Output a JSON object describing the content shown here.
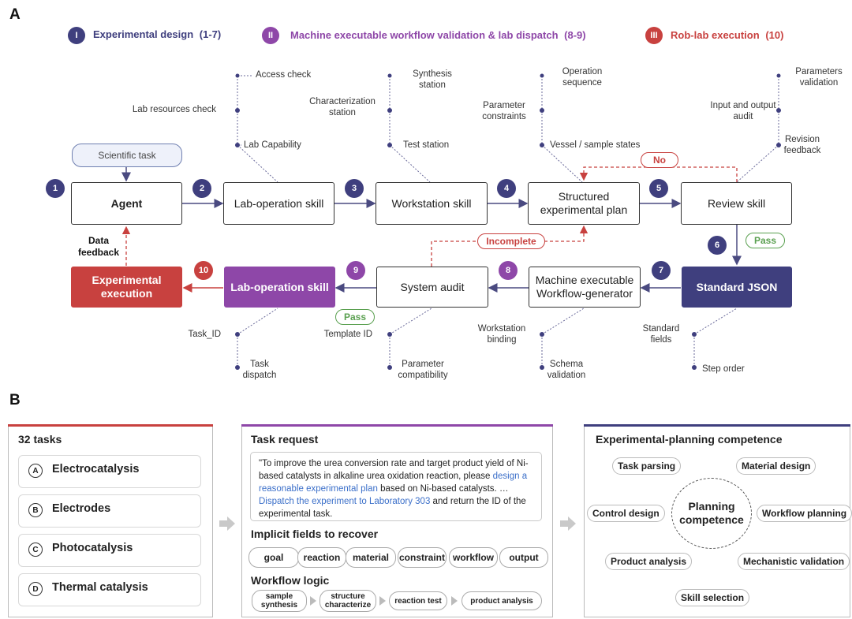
{
  "panel_a": {
    "letter": "A",
    "legend": [
      {
        "numeral": "I",
        "text": "Experimental design",
        "range": "(1-7)",
        "color": "#3f3f7e"
      },
      {
        "numeral": "II",
        "text": "Machine executable workflow validation & lab dispatch",
        "range": "(8-9)",
        "color": "#8e47a8"
      },
      {
        "numeral": "III",
        "text": "Rob-lab execution",
        "range": "(10)",
        "color": "#c8413f"
      }
    ],
    "scientific_task": "Scientific task",
    "data_feedback": [
      "Data",
      "feedback"
    ],
    "nodes": {
      "agent": "Agent",
      "lab_skill_top": "Lab-operation skill",
      "workstation": "Workstation skill",
      "structured_plan": [
        "Structured",
        "experimental plan"
      ],
      "review": "Review skill",
      "standard_json": "Standard JSON",
      "workflow_gen": [
        "Machine executable",
        "Workflow-generator"
      ],
      "system_audit": "System audit",
      "lab_skill_bottom": "Lab-operation skill",
      "experimental_exec": [
        "Experimental",
        "execution"
      ]
    },
    "steps": [
      "1",
      "2",
      "3",
      "4",
      "5",
      "6",
      "7",
      "8",
      "9",
      "10"
    ],
    "feedback_pills": {
      "no": "No",
      "pass_review": "Pass",
      "incomplete": "Incomplete",
      "pass_audit": "Pass"
    },
    "annotations": {
      "lab_op": [
        "Access check",
        "Lab resources check",
        "Lab Capability"
      ],
      "workstation": [
        [
          "Synthesis",
          "station"
        ],
        [
          "Characterization",
          "station"
        ],
        [
          "Test station"
        ]
      ],
      "plan": [
        [
          "Operation",
          "sequence"
        ],
        [
          "Parameter",
          "constraints"
        ],
        [
          "Vessel / sample states"
        ]
      ],
      "review": [
        [
          "Parameters",
          "validation"
        ],
        [
          "Input and output",
          "audit"
        ],
        [
          "Revision",
          "feedback"
        ]
      ],
      "bottom_lab_op": [
        [
          "Task_ID"
        ],
        [
          "Task",
          "dispatch"
        ]
      ],
      "audit": [
        [
          "Template ID"
        ],
        [
          "Parameter",
          "compatibility"
        ]
      ],
      "workflow": [
        [
          "Workstation",
          "binding"
        ],
        [
          "Schema",
          "validation"
        ]
      ],
      "json": [
        [
          "Standard",
          "fields"
        ],
        [
          "Step order"
        ]
      ]
    }
  },
  "panel_b": {
    "letter": "B",
    "tasks_title": "32 tasks",
    "tasks": [
      {
        "badge": "A",
        "name": "Electrocatalysis"
      },
      {
        "badge": "B",
        "name": "Electrodes"
      },
      {
        "badge": "C",
        "name": "Photocatalysis"
      },
      {
        "badge": "D",
        "name": "Thermal catalysis"
      }
    ],
    "request_title": "Task request",
    "request_text": {
      "p1": "\"To improve the urea conversion rate and target product yield of Ni-based catalysts in alkaline urea oxidation reaction, please ",
      "h1": "design a reasonable experimental plan",
      "p2": " based on Ni-based catalysts. … ",
      "h2": "Dispatch the experiment to Laboratory 303",
      "p3": " and return the ID of the experimental task."
    },
    "implicit_title": "Implicit fields to recover",
    "implicit_fields": [
      "goal",
      "reaction",
      "material",
      "constraint",
      "workflow",
      "output"
    ],
    "workflow_title": "Workflow logic",
    "workflow_steps": [
      [
        "sample",
        "synthesis"
      ],
      [
        "structure",
        "characterize"
      ],
      [
        "reaction test"
      ],
      [
        "product analysis"
      ]
    ],
    "competence_title": "Experimental-planning competence",
    "competence_center": [
      "Planning",
      "competence"
    ],
    "competences": [
      "Task parsing",
      "Material design",
      "Control design",
      "Workflow planning",
      "Product analysis",
      "Mechanistic validation",
      "Skill selection"
    ],
    "colors": {
      "tasks": "#c8413f",
      "request": "#8e47a8",
      "competence": "#3f3f7e"
    }
  }
}
